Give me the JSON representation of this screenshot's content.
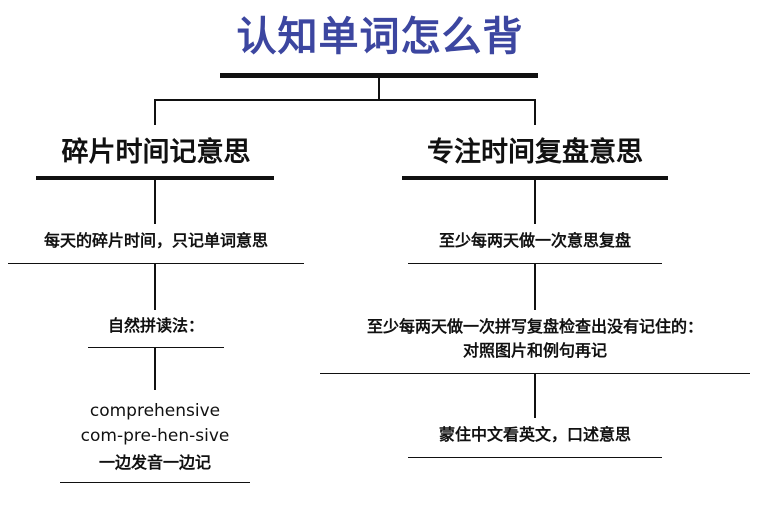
{
  "title": "认知单词怎么背",
  "branches": {
    "left": {
      "heading": "碎片时间记意思",
      "nodes": [
        "每天的碎片时间，只记单词意思",
        "自然拼读法："
      ],
      "example": {
        "word": "comprehensive",
        "syllables": "com-pre-hen-sive",
        "note": "一边发音一边记"
      }
    },
    "right": {
      "heading": "专注时间复盘意思",
      "nodes": [
        "至少每两天做一次意思复盘",
        "至少每两天做一次拼写复盘检查出没有记住的：",
        "对照图片和例句再记",
        "蒙住中文看英文，口述意思"
      ]
    }
  },
  "colors": {
    "title": "#3c46a0",
    "lines": "#111111",
    "background": "#ffffff"
  }
}
